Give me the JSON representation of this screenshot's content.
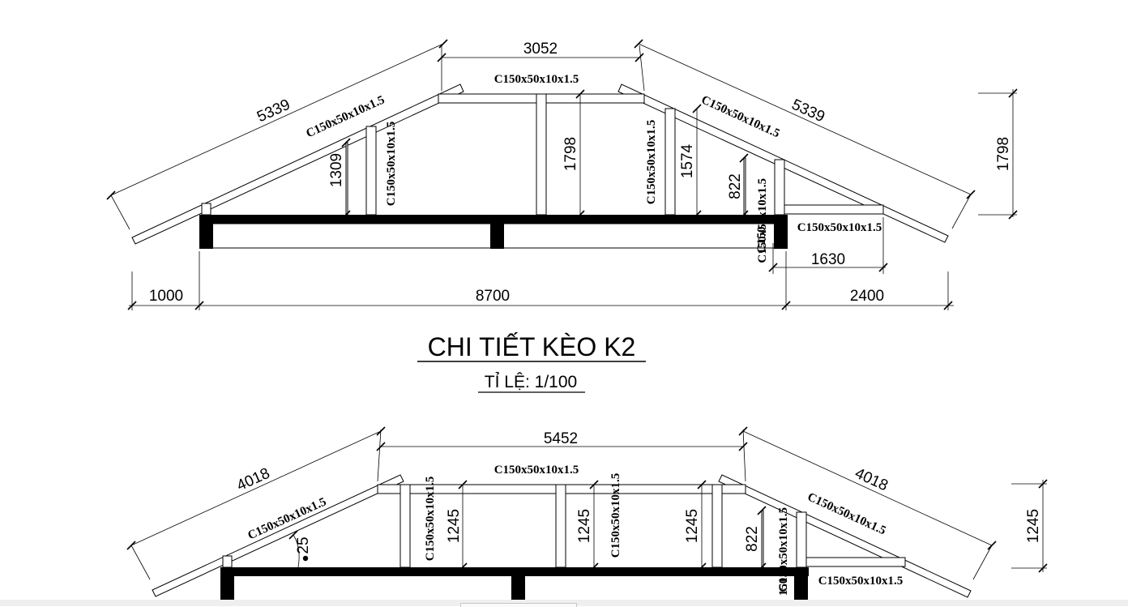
{
  "k2": {
    "dims": {
      "top_span": "3052",
      "left_rafter": "5339",
      "right_rafter": "5339",
      "left_post": "1309",
      "center_post": "1798",
      "right_post": "1574",
      "short_post": "822",
      "right_height": "1798",
      "right_ext": "1630",
      "overhang_left": "1000",
      "main_span": "8700",
      "overhang_right": "2400"
    },
    "labels": {
      "top_chord": "C150x50x10x1.5",
      "left_rafter": "C150x50x10x1.5",
      "right_rafter": "C150x50x10x1.5",
      "left_post": "C150x50x10x1.5",
      "right_post": "C150x50x10x1.5",
      "short_post": "C150x50x10x1.5",
      "right_beam": "C150x50x10x1.5",
      "end_post": "C150"
    }
  },
  "title": {
    "main": "CHI TIẾT KÈO K2",
    "scale": "TỈ LỆ: 1/100"
  },
  "k_lower": {
    "dims": {
      "top_span": "5452",
      "left_rafter": "4018",
      "right_rafter": "4018",
      "post_a": "1245",
      "post_b": "1245",
      "post_c": "1245",
      "short_post": "822",
      "right_height": "1245",
      "angle": "25"
    },
    "labels": {
      "top_chord": "C150x50x10x1.5",
      "left_rafter": "C150x50x10x1.5",
      "right_rafter": "C150x50x10x1.5",
      "post_a": "C150x50x10x1.5",
      "post_b": "C150x50x10x1.5",
      "short_post": "C150x50x10x1.5",
      "right_beam": "C150x50x10x1.5",
      "end_post": "150"
    }
  }
}
